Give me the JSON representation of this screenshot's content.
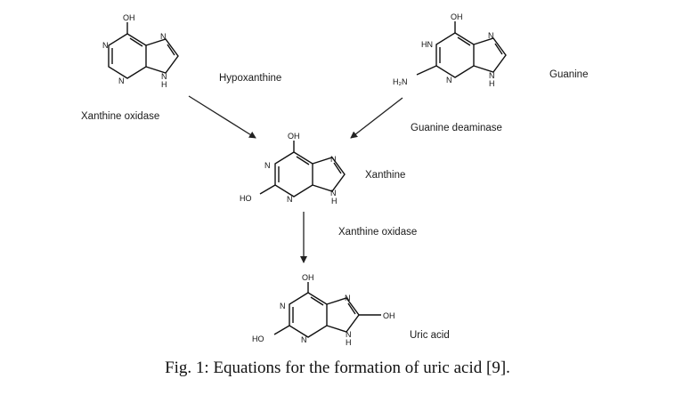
{
  "compounds": {
    "hypoxanthine": {
      "name": "Hypoxanthine",
      "atoms": {
        "oh": "OH",
        "n1": "N",
        "n3": "N",
        "n7": "N",
        "n9": "N",
        "h9": "H"
      }
    },
    "guanine": {
      "name": "Guanine",
      "atoms": {
        "oh": "OH",
        "hn": "HN",
        "h2n": "H₂N",
        "n3": "N",
        "n7": "N",
        "n9": "N",
        "h9": "H"
      }
    },
    "xanthine": {
      "name": "Xanthine",
      "atoms": {
        "oh": "OH",
        "ho": "HO",
        "n1": "N",
        "n3": "N",
        "n7": "N",
        "n9": "N",
        "h9": "H"
      }
    },
    "uric_acid": {
      "name": "Uric acid",
      "atoms": {
        "oh_top": "OH",
        "oh_right": "OH",
        "ho": "HO",
        "n1": "N",
        "n3": "N",
        "n7": "N",
        "n9": "N",
        "h9": "H"
      }
    }
  },
  "enzymes": {
    "xanthine_oxidase_1": "Xanthine oxidase",
    "guanine_deaminase": "Guanine deaminase",
    "xanthine_oxidase_2": "Xanthine oxidase"
  },
  "caption": "Fig. 1: Equations for the formation of uric acid [9]."
}
